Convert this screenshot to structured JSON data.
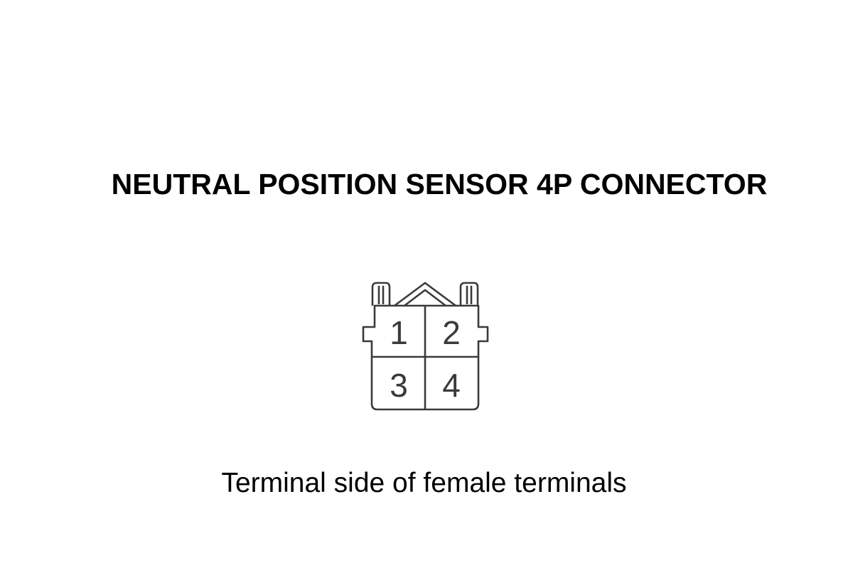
{
  "diagram": {
    "title": "NEUTRAL POSITION SENSOR 4P CONNECTOR",
    "caption": "Terminal side of female terminals",
    "terminals": [
      "1",
      "2",
      "3",
      "4"
    ],
    "colors": {
      "text": "#000000",
      "outline": "#3a3a3a",
      "background": "#ffffff"
    }
  }
}
